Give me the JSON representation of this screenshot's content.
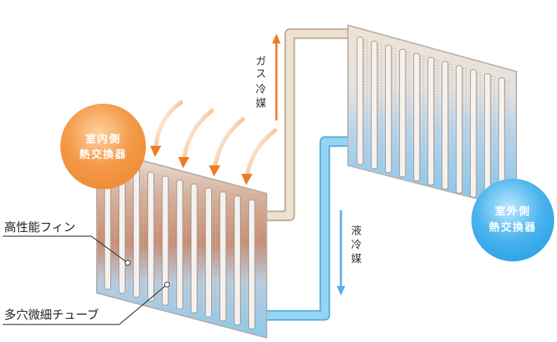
{
  "labels": {
    "indoor_line1": "室内側",
    "indoor_line2": "熱交換器",
    "outdoor_line1": "室外側",
    "outdoor_line2": "熱交換器",
    "gas_refrigerant": [
      "ガ",
      "ス",
      "冷",
      "媒"
    ],
    "liquid_refrigerant": [
      "液",
      "冷",
      "媒"
    ],
    "fin": "高性能フィン",
    "tube": "多穴微細チューブ"
  },
  "colors": {
    "indoor_accent": "#f08a3a",
    "outdoor_accent": "#3aa7e6",
    "gas_pipe": "#eedfcc",
    "liquid_pipe": "#8dcff2",
    "arrow_orange": "#ee7a22",
    "arrow_blue": "#58aee6"
  }
}
